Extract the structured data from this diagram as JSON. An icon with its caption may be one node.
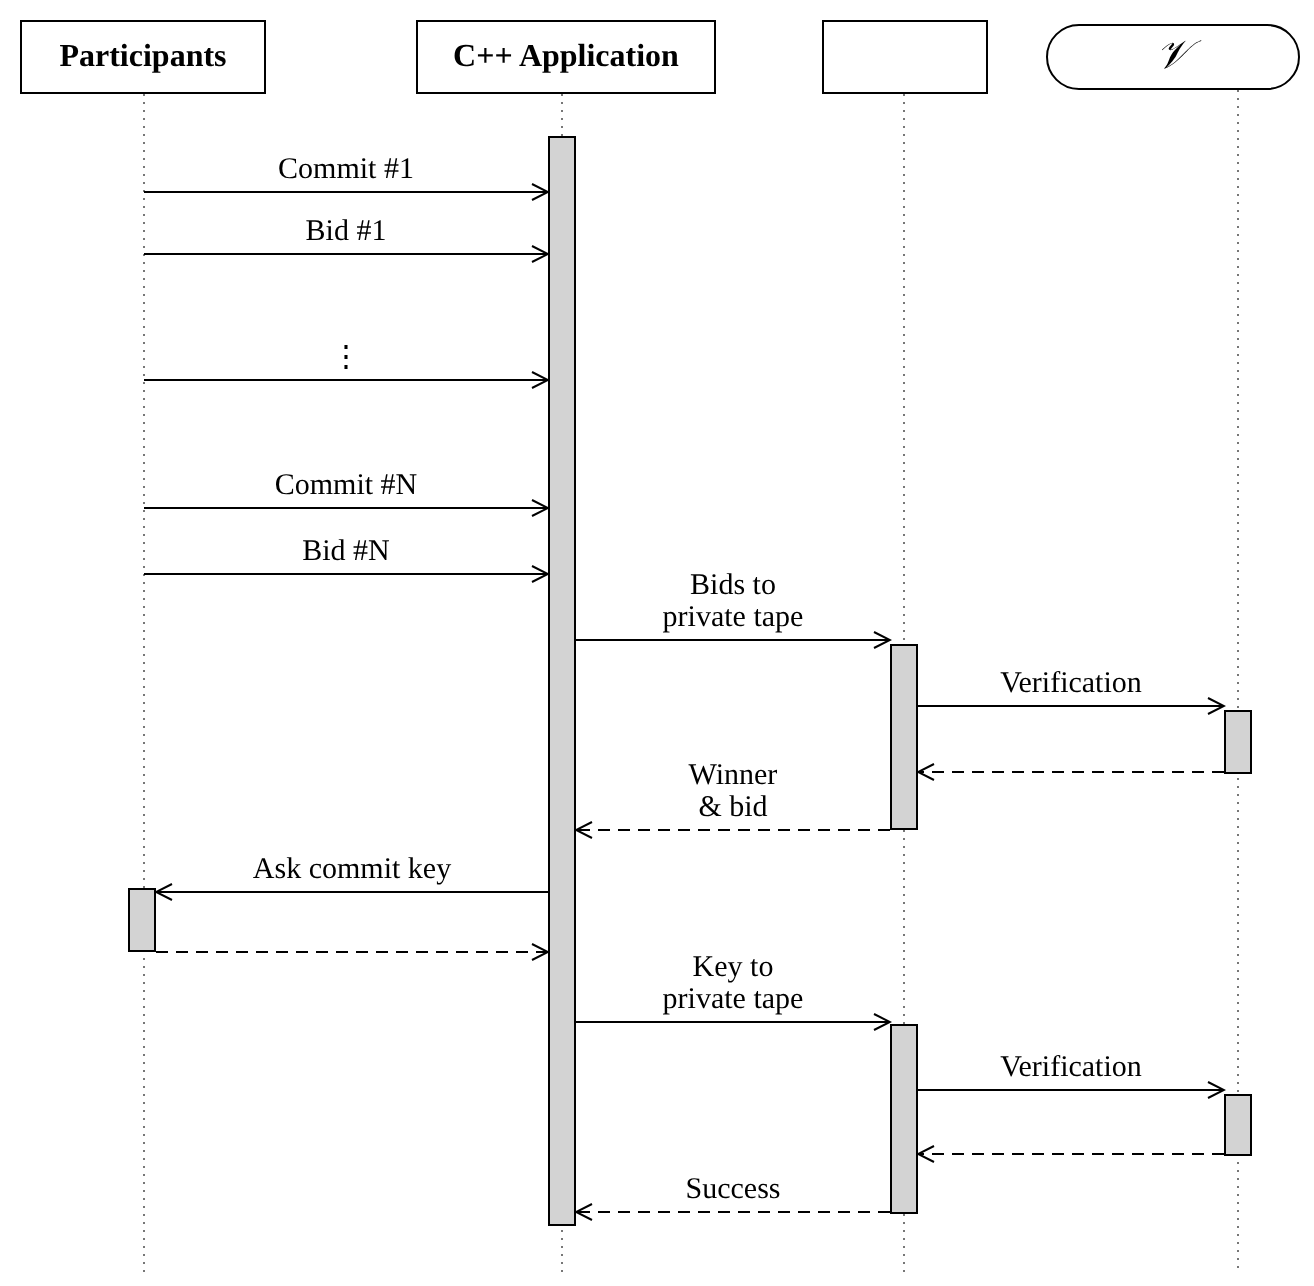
{
  "diagram": {
    "nodes": [
      {
        "text": [
          "Participants"
        ]
      },
      {
        "text": [
          "C++ Application"
        ]
      },
      {
        "text": [],
        "shape": "box"
      },
      {
        "text": [
          "𝒱"
        ]
      },
      {
        "text": [],
        "shape": "bar"
      },
      {
        "text": [],
        "shape": "bar"
      },
      {
        "text": [],
        "shape": "bar"
      },
      {
        "text": [],
        "shape": "bar"
      },
      {
        "text": [],
        "shape": "bar"
      },
      {
        "text": [],
        "shape": "bar"
      }
    ],
    "edges": [
      {
        "from": null,
        "to": 4,
        "arrow": "to",
        "label": "Commit #1"
      },
      {
        "from": null,
        "to": 4,
        "arrow": "to",
        "label": "Bid #1"
      },
      {
        "from": null,
        "to": 4,
        "arrow": "to",
        "label": "⋮"
      },
      {
        "from": null,
        "to": 4,
        "arrow": "to",
        "label": "Commit #N"
      },
      {
        "from": null,
        "to": 4,
        "arrow": "to",
        "label": "Bid #N"
      },
      {
        "from": 4,
        "to": 5,
        "arrow": "to",
        "label": "Bids to private tape"
      },
      {
        "from": 5,
        "to": 6,
        "arrow": "to",
        "label": "Verification"
      },
      {
        "from": 6,
        "to": 5,
        "arrow": "to",
        "style": "dashed"
      },
      {
        "from": 5,
        "to": 4,
        "arrow": "to",
        "style": "dashed",
        "label": "Winner & bid"
      },
      {
        "from": 4,
        "to": 7,
        "arrow": "to",
        "label": "Ask commit key"
      },
      {
        "from": 7,
        "to": 4,
        "arrow": "to",
        "style": "dashed"
      },
      {
        "from": 4,
        "to": 8,
        "arrow": "to",
        "label": "Key to private tape"
      },
      {
        "from": 8,
        "to": 9,
        "arrow": "to",
        "label": "Verification"
      },
      {
        "from": 9,
        "to": 8,
        "arrow": "to",
        "style": "dashed"
      },
      {
        "from": 8,
        "to": 4,
        "arrow": "to",
        "style": "dashed",
        "label": "Success"
      }
    ]
  }
}
